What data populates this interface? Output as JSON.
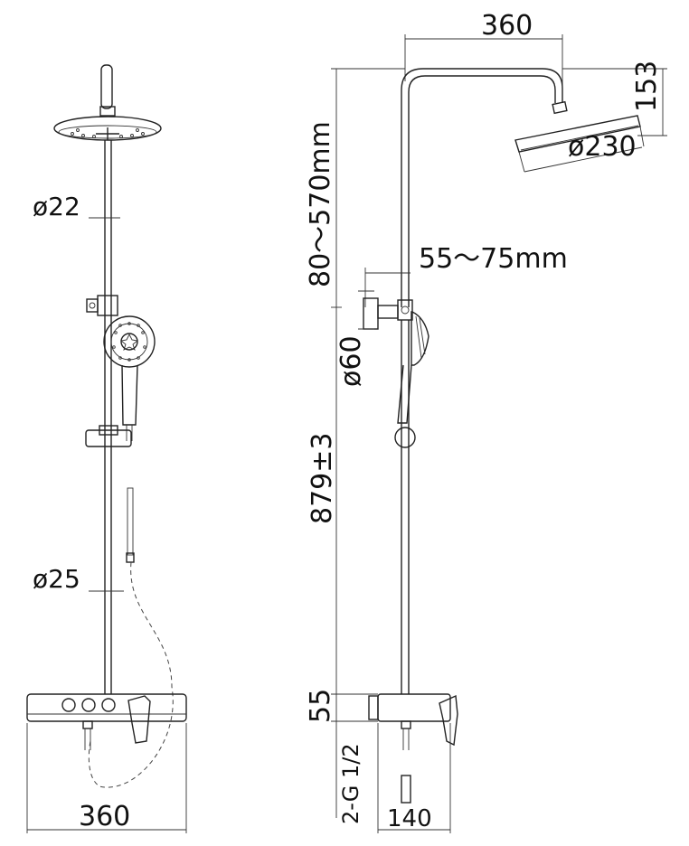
{
  "front_view": {
    "dim_rod_top": "ø22",
    "dim_rod_bottom": "ø25",
    "dim_width": "360"
  },
  "side_view": {
    "dim_arm_length": "360",
    "dim_arm_height": "153",
    "dim_head_diameter": "ø230",
    "dim_adjust_range": "80～570mm",
    "dim_wall_offset": "55～75mm",
    "dim_bracket": "ø60",
    "dim_height": "879±3",
    "dim_valve_height": "55",
    "dim_thread": "2-G 1/2",
    "dim_depth": "140"
  },
  "colors": {
    "line": "#222222",
    "background": "#ffffff"
  }
}
